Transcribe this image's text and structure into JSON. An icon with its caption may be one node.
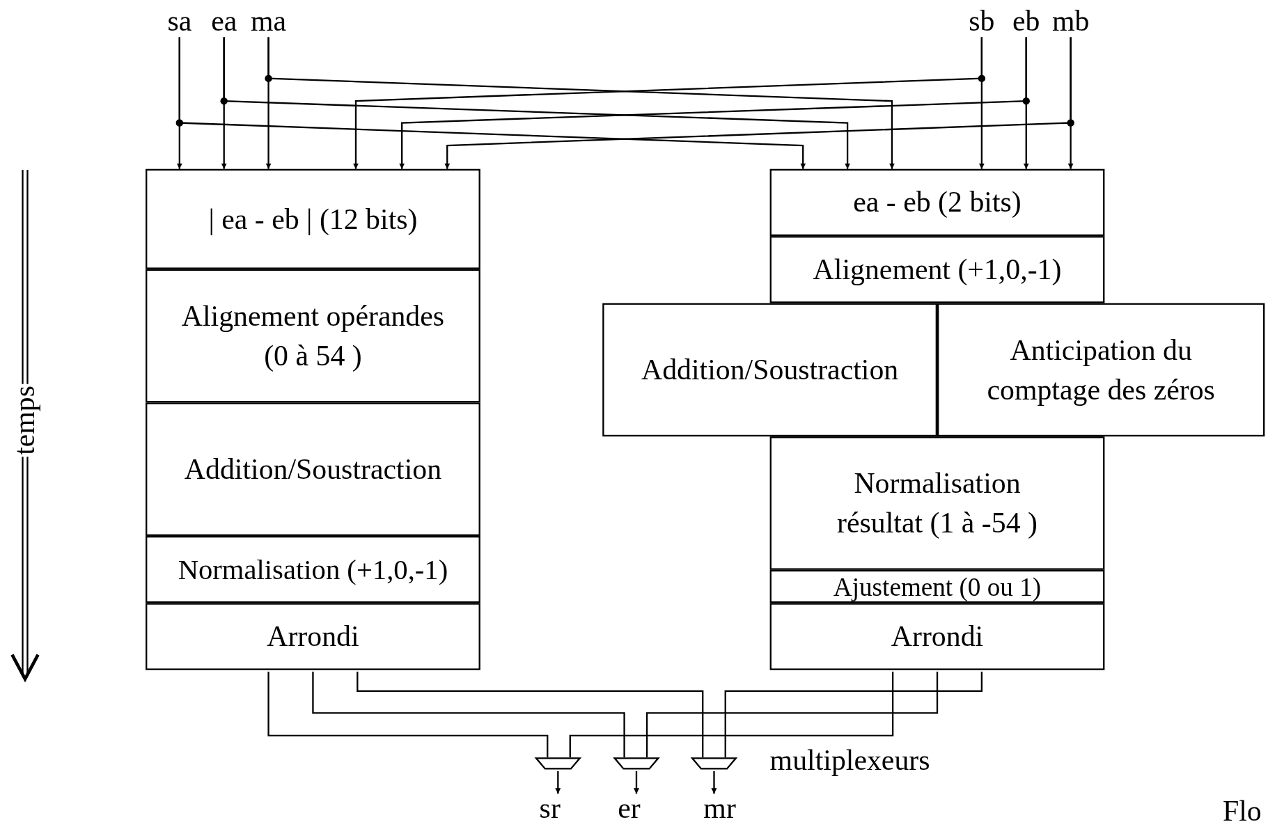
{
  "diagram": {
    "nodes": [
      {
        "text": [
          "sa"
        ]
      },
      {
        "text": [
          "ea"
        ]
      },
      {
        "text": [
          "ma"
        ]
      },
      {
        "text": [
          "sb"
        ]
      },
      {
        "text": [
          "eb"
        ]
      },
      {
        "text": [
          "mb"
        ]
      },
      {
        "text": [
          "| ea - eb | (12 bits)"
        ]
      },
      {
        "text": [
          "Alignement opérandes (0 à 54 )"
        ]
      },
      {
        "text": [
          "Addition/Soustraction"
        ]
      },
      {
        "text": [
          "Normalisation (+1,0,-1)"
        ]
      },
      {
        "text": [
          "Arrondi"
        ]
      },
      {
        "text": [
          "ea - eb (2 bits)"
        ]
      },
      {
        "text": [
          "Alignement (+1,0,-1)"
        ]
      },
      {
        "text": [
          "Addition/Soustraction"
        ]
      },
      {
        "text": [
          "Anticipation du comptage des zéros"
        ]
      },
      {
        "text": [
          "Normalisation résultat (1 à -54 )"
        ]
      },
      {
        "text": [
          "Ajustement (0 ou 1)"
        ]
      },
      {
        "text": [
          "Arrondi"
        ]
      },
      {
        "text": [],
        "shape": "trapezoid"
      },
      {
        "text": [],
        "shape": "trapezoid"
      },
      {
        "text": [],
        "shape": "trapezoid"
      },
      {
        "text": [
          "sr"
        ]
      },
      {
        "text": [
          "er"
        ]
      },
      {
        "text": [
          "mr"
        ]
      }
    ],
    "edges": [
      {
        "from": 0,
        "to": 6,
        "arrow": "to"
      },
      {
        "from": 1,
        "to": 6,
        "arrow": "to"
      },
      {
        "from": 2,
        "to": 6,
        "arrow": "to"
      },
      {
        "from": 3,
        "to": 6,
        "arrow": "to"
      },
      {
        "from": 4,
        "to": 6,
        "arrow": "to"
      },
      {
        "from": 5,
        "to": 6,
        "arrow": "to"
      },
      {
        "from": 0,
        "to": 11,
        "arrow": "to"
      },
      {
        "from": 1,
        "to": 11,
        "arrow": "to"
      },
      {
        "from": 2,
        "to": 11,
        "arrow": "to"
      },
      {
        "from": 3,
        "to": 11,
        "arrow": "to"
      },
      {
        "from": 4,
        "to": 11,
        "arrow": "to"
      },
      {
        "from": 5,
        "to": 11,
        "arrow": "to"
      },
      {
        "from": 10,
        "to": 18,
        "arrow": "none"
      },
      {
        "from": 10,
        "to": 19,
        "arrow": "none"
      },
      {
        "from": 10,
        "to": 20,
        "arrow": "none"
      },
      {
        "from": 17,
        "to": 18,
        "arrow": "none"
      },
      {
        "from": 17,
        "to": 19,
        "arrow": "none"
      },
      {
        "from": 17,
        "to": 20,
        "arrow": "none"
      },
      {
        "from": 18,
        "to": 21,
        "arrow": "to"
      },
      {
        "from": 19,
        "to": 22,
        "arrow": "to"
      },
      {
        "from": 20,
        "to": 23,
        "arrow": "to"
      }
    ],
    "labels": [
      "temps",
      "multiplexeurs",
      "Flo"
    ]
  }
}
